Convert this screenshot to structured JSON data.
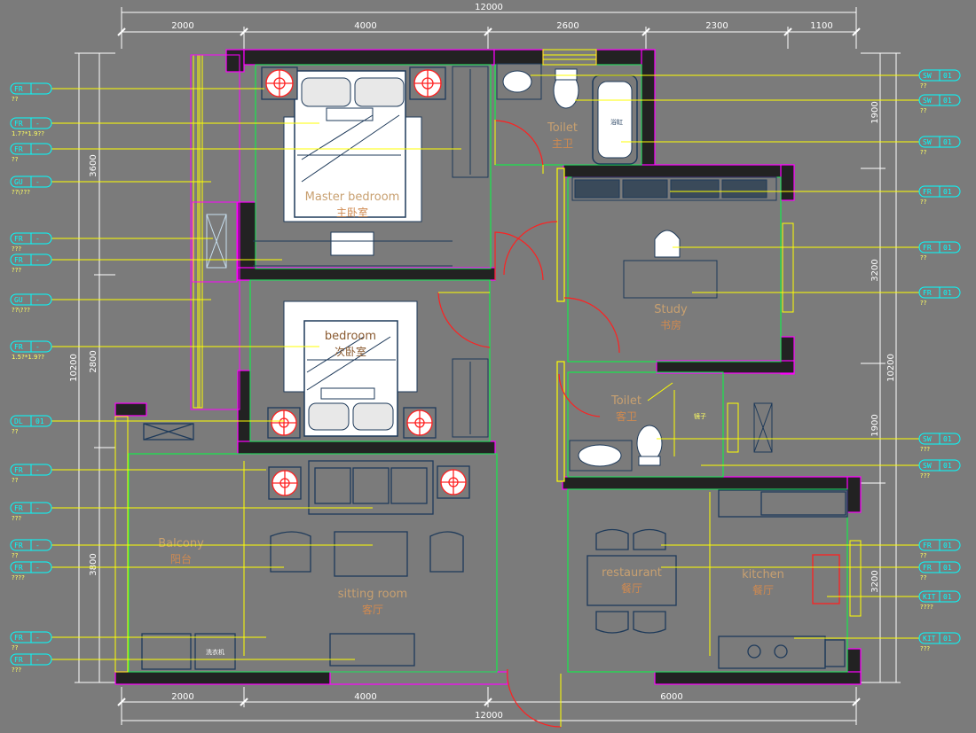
{
  "dimensions": {
    "top_total": "12000",
    "top_segments": [
      "2000",
      "4000",
      "2600",
      "2300",
      "1100"
    ],
    "bottom_total": "12000",
    "bottom_segments": [
      "2000",
      "4000",
      "6000"
    ],
    "left_total": "10200",
    "left_segments": [
      "3600",
      "2800",
      "3800"
    ],
    "right_total": "10200",
    "right_segments": [
      "1900",
      "3200",
      "1900",
      "3200"
    ]
  },
  "rooms": {
    "master_en": "Master bedroom",
    "master_cn": "主卧室",
    "toilet1_en": "Toilet",
    "toilet1_cn": "主卫",
    "study_en": "Study",
    "study_cn": "书房",
    "bedroom_en": "bedroom",
    "bedroom_cn": "次卧室",
    "toilet2_en": "Toilet",
    "toilet2_cn": "客卫",
    "balcony_en": "Balcony",
    "balcony_cn": "阳台",
    "sitting_en": "sitting room",
    "sitting_cn": "客厅",
    "restaurant_en": "restaurant",
    "restaurant_cn": "餐厅",
    "kitchen_en": "kitchen",
    "kitchen_cn": "餐厅",
    "bathtub_label": "浴缸",
    "washer_label": "洗衣机",
    "mirror_label": "镜子"
  },
  "left_tags": [
    {
      "code": "FR",
      "num": "-",
      "sub": "??"
    },
    {
      "code": "FR",
      "num": "-",
      "sub": "1.7?*1.9??"
    },
    {
      "code": "FR",
      "num": "-",
      "sub": "??"
    },
    {
      "code": "GU",
      "num": "-",
      "sub": "??\\???"
    },
    {
      "code": "FR",
      "num": "-",
      "sub": "???"
    },
    {
      "code": "FR",
      "num": "-",
      "sub": "???"
    },
    {
      "code": "GU",
      "num": "-",
      "sub": "??\\???"
    },
    {
      "code": "FR",
      "num": "-",
      "sub": "1.5?*1.9??"
    },
    {
      "code": "DL",
      "num": "01",
      "sub": "??"
    },
    {
      "code": "FR",
      "num": "-",
      "sub": "??"
    },
    {
      "code": "FR",
      "num": "-",
      "sub": "???"
    },
    {
      "code": "FR",
      "num": "-",
      "sub": "??"
    },
    {
      "code": "FR",
      "num": "-",
      "sub": "????"
    },
    {
      "code": "FR",
      "num": "-",
      "sub": "??"
    },
    {
      "code": "FR",
      "num": "-",
      "sub": "???"
    }
  ],
  "right_tags": [
    {
      "code": "SW",
      "num": "01",
      "sub": "??"
    },
    {
      "code": "SW",
      "num": "01",
      "sub": "??"
    },
    {
      "code": "SW",
      "num": "01",
      "sub": "??"
    },
    {
      "code": "FR",
      "num": "01",
      "sub": "??"
    },
    {
      "code": "FR",
      "num": "01",
      "sub": "??"
    },
    {
      "code": "FR",
      "num": "01",
      "sub": "??"
    },
    {
      "code": "SW",
      "num": "01",
      "sub": "???"
    },
    {
      "code": "SW",
      "num": "01",
      "sub": "???"
    },
    {
      "code": "FR",
      "num": "01",
      "sub": "??"
    },
    {
      "code": "FR",
      "num": "01",
      "sub": "??"
    },
    {
      "code": "KIT",
      "num": "01",
      "sub": "????"
    },
    {
      "code": "KIT",
      "num": "01",
      "sub": "???"
    }
  ],
  "colors": {
    "background": "#7b7b7b",
    "wall": "#222222",
    "wall_outline": "#ff00ff",
    "leader": "#ffff00",
    "tag": "#00ffff",
    "door": "#ff2020",
    "furniture": "#1e3a5a",
    "lamp": "#ff2020",
    "dimension": "#ffffff"
  }
}
